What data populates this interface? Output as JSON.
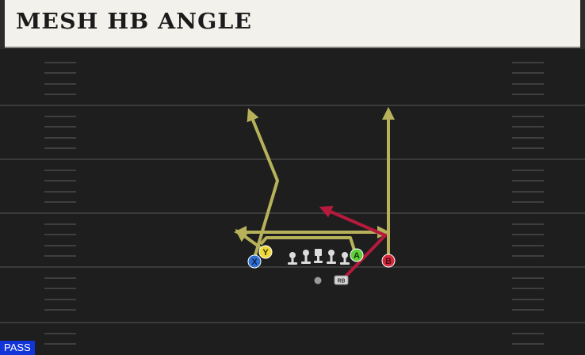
{
  "play": {
    "title": "MESH HB ANGLE",
    "badge": "PASS"
  },
  "colors": {
    "route": "#b7b25a",
    "hb_route": "#b51a3c",
    "field": "#1e1e1e",
    "yard_line": "#3a3a3a",
    "hash": "#4a4a4a",
    "x_button": "#2f6fd0",
    "y_button": "#f0d93a",
    "a_button": "#5fce3c",
    "b_button": "#d8283c",
    "lineman": "#dcdcdc",
    "badge_bg": "#1235d8"
  },
  "players": {
    "x": "X",
    "y": "Y",
    "a": "A",
    "b": "B",
    "rb": "RB"
  }
}
